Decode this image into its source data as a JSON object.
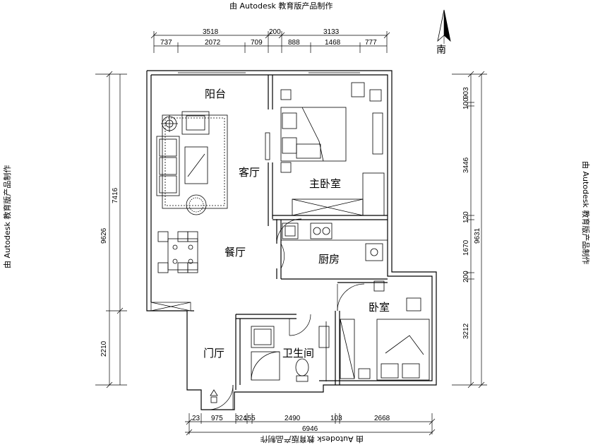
{
  "watermarks": {
    "top": "由 Autodesk 教育版产品制作",
    "bottom": "由 Autodesk 教育版产品制作",
    "left": "由 Autodesk 教育版产品制作",
    "right": "由 Autodesk 教育版产品制作"
  },
  "compass": {
    "label": "南"
  },
  "rooms": {
    "balcony": "阳台",
    "living": "客厅",
    "dining": "餐厅",
    "master_bedroom": "主卧室",
    "kitchen": "厨房",
    "bedroom": "卧室",
    "bathroom": "卫生间",
    "foyer": "门厅"
  },
  "dimensions": {
    "top_overall": [
      "3518",
      "200",
      "3133"
    ],
    "top_detail": [
      "737",
      "2072",
      "709",
      "888",
      "1468",
      "777"
    ],
    "left_overall": [
      "9626"
    ],
    "left_detail": [
      "7416",
      "2210"
    ],
    "right_overall": [
      "9631"
    ],
    "right_detail": [
      "903",
      "100",
      "3446",
      "120",
      "1670",
      "200",
      "3212"
    ],
    "bottom_detail": [
      "23",
      "975",
      "324",
      "155",
      "2490",
      "103",
      "2668"
    ],
    "bottom_overall": [
      "6946"
    ]
  }
}
